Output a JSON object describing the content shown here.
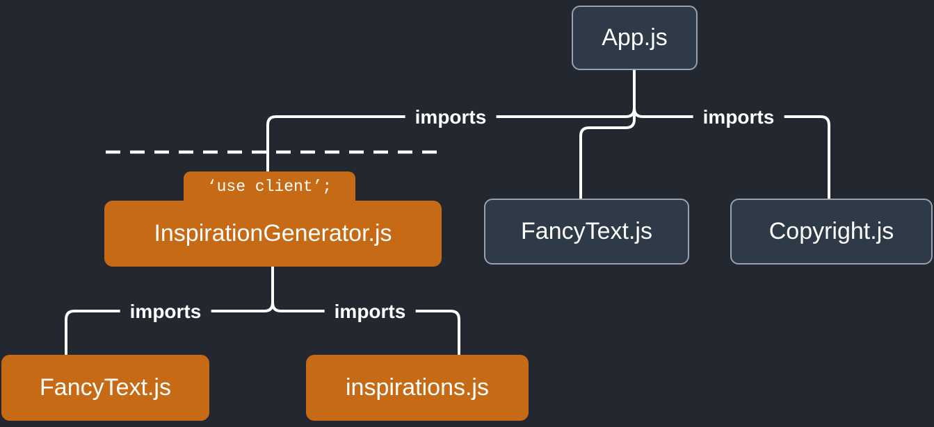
{
  "colors": {
    "background": "#23272f",
    "dark_node_bg": "#2e3a48",
    "dark_node_border": "#99a1b3",
    "orange_node_bg": "#c76a15",
    "line": "#ffffff",
    "text": "#ffffff"
  },
  "nodes": {
    "app": {
      "label": "App.js"
    },
    "inspiration_generator": {
      "label": "InspirationGenerator.js",
      "badge": "‘use client’;"
    },
    "fancy_text_top": {
      "label": "FancyText.js"
    },
    "copyright": {
      "label": "Copyright.js"
    },
    "fancy_text_bottom": {
      "label": "FancyText.js"
    },
    "inspirations": {
      "label": "inspirations.js"
    }
  },
  "edge_labels": {
    "app_to_inspiration": "imports",
    "app_to_copyright": "imports",
    "gen_to_fancy": "imports",
    "gen_to_inspirations": "imports"
  }
}
